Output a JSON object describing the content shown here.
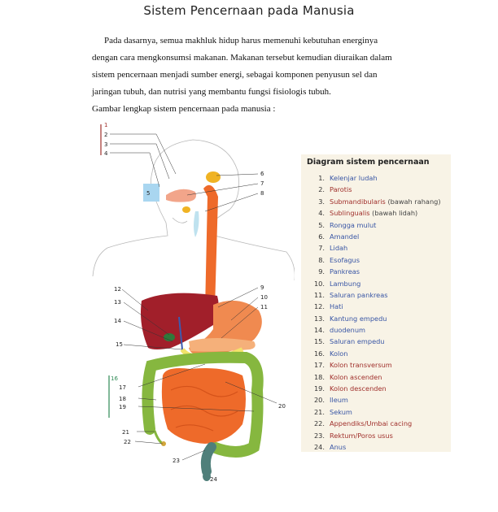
{
  "document": {
    "title": "Sistem Pencernaan pada Manusia",
    "paragraph_lines": [
      "Pada dasarnya, semua makhluk hidup harus memenuhi kebutuhan energinya",
      "dengan cara mengkonsumsi makanan. Makanan tersebut kemudian diuraikan dalam",
      "sistem pencernaan menjadi sumber energi, sebagai komponen penyusun sel dan",
      "jaringan tubuh, dan nutrisi yang membantu fungsi fisiologis tubuh."
    ],
    "figure_intro": "Gambar lengkap sistem pencernaan pada manusia :"
  },
  "legend": {
    "title": "Diagram sistem pencernaan",
    "items": [
      {
        "num": "1.",
        "name": "Kelenjar ludah",
        "note": "",
        "color": "#3956a5"
      },
      {
        "num": "2.",
        "name": "Parotis",
        "note": "",
        "color": "#a0302c"
      },
      {
        "num": "3.",
        "name": "Submandibularis",
        "note": "(bawah rahang)",
        "color": "#a0302c"
      },
      {
        "num": "4.",
        "name": "Sublingualis",
        "note": "(bawah lidah)",
        "color": "#a0302c"
      },
      {
        "num": "5.",
        "name": "Rongga mulut",
        "note": "",
        "color": "#3956a5"
      },
      {
        "num": "6.",
        "name": "Amandel",
        "note": "",
        "color": "#3956a5"
      },
      {
        "num": "7.",
        "name": "Lidah",
        "note": "",
        "color": "#3956a5"
      },
      {
        "num": "8.",
        "name": "Esofagus",
        "note": "",
        "color": "#3956a5"
      },
      {
        "num": "9.",
        "name": "Pankreas",
        "note": "",
        "color": "#3956a5"
      },
      {
        "num": "10.",
        "name": "Lambung",
        "note": "",
        "color": "#3956a5"
      },
      {
        "num": "11.",
        "name": "Saluran pankreas",
        "note": "",
        "color": "#3956a5"
      },
      {
        "num": "12.",
        "name": "Hati",
        "note": "",
        "color": "#3956a5"
      },
      {
        "num": "13.",
        "name": "Kantung empedu",
        "note": "",
        "color": "#3956a5"
      },
      {
        "num": "14.",
        "name": "duodenum",
        "note": "",
        "color": "#3956a5"
      },
      {
        "num": "15.",
        "name": "Saluran empedu",
        "note": "",
        "color": "#3956a5"
      },
      {
        "num": "16.",
        "name": "Kolon",
        "note": "",
        "color": "#3956a5"
      },
      {
        "num": "17.",
        "name": "Kolon transversum",
        "note": "",
        "color": "#a0302c"
      },
      {
        "num": "18.",
        "name": "Kolon ascenden",
        "note": "",
        "color": "#a0302c"
      },
      {
        "num": "19.",
        "name": "Kolon descenden",
        "note": "",
        "color": "#a0302c"
      },
      {
        "num": "20.",
        "name": "Ileum",
        "note": "",
        "color": "#3956a5"
      },
      {
        "num": "21.",
        "name": "Sekum",
        "note": "",
        "color": "#3956a5"
      },
      {
        "num": "22.",
        "name": "Appendiks/Umbai cacing",
        "note": "",
        "color": "#a0302c"
      },
      {
        "num": "23.",
        "name": "Rektum/Poros usus",
        "note": "",
        "color": "#a0302c"
      },
      {
        "num": "24.",
        "name": "Anus",
        "note": "",
        "color": "#3956a5"
      }
    ]
  },
  "figure_labels": [
    "1",
    "2",
    "3",
    "4",
    "5",
    "6",
    "7",
    "8",
    "9",
    "10",
    "11",
    "12",
    "13",
    "14",
    "15",
    "16",
    "17",
    "18",
    "19",
    "20",
    "21",
    "22",
    "23",
    "24"
  ]
}
